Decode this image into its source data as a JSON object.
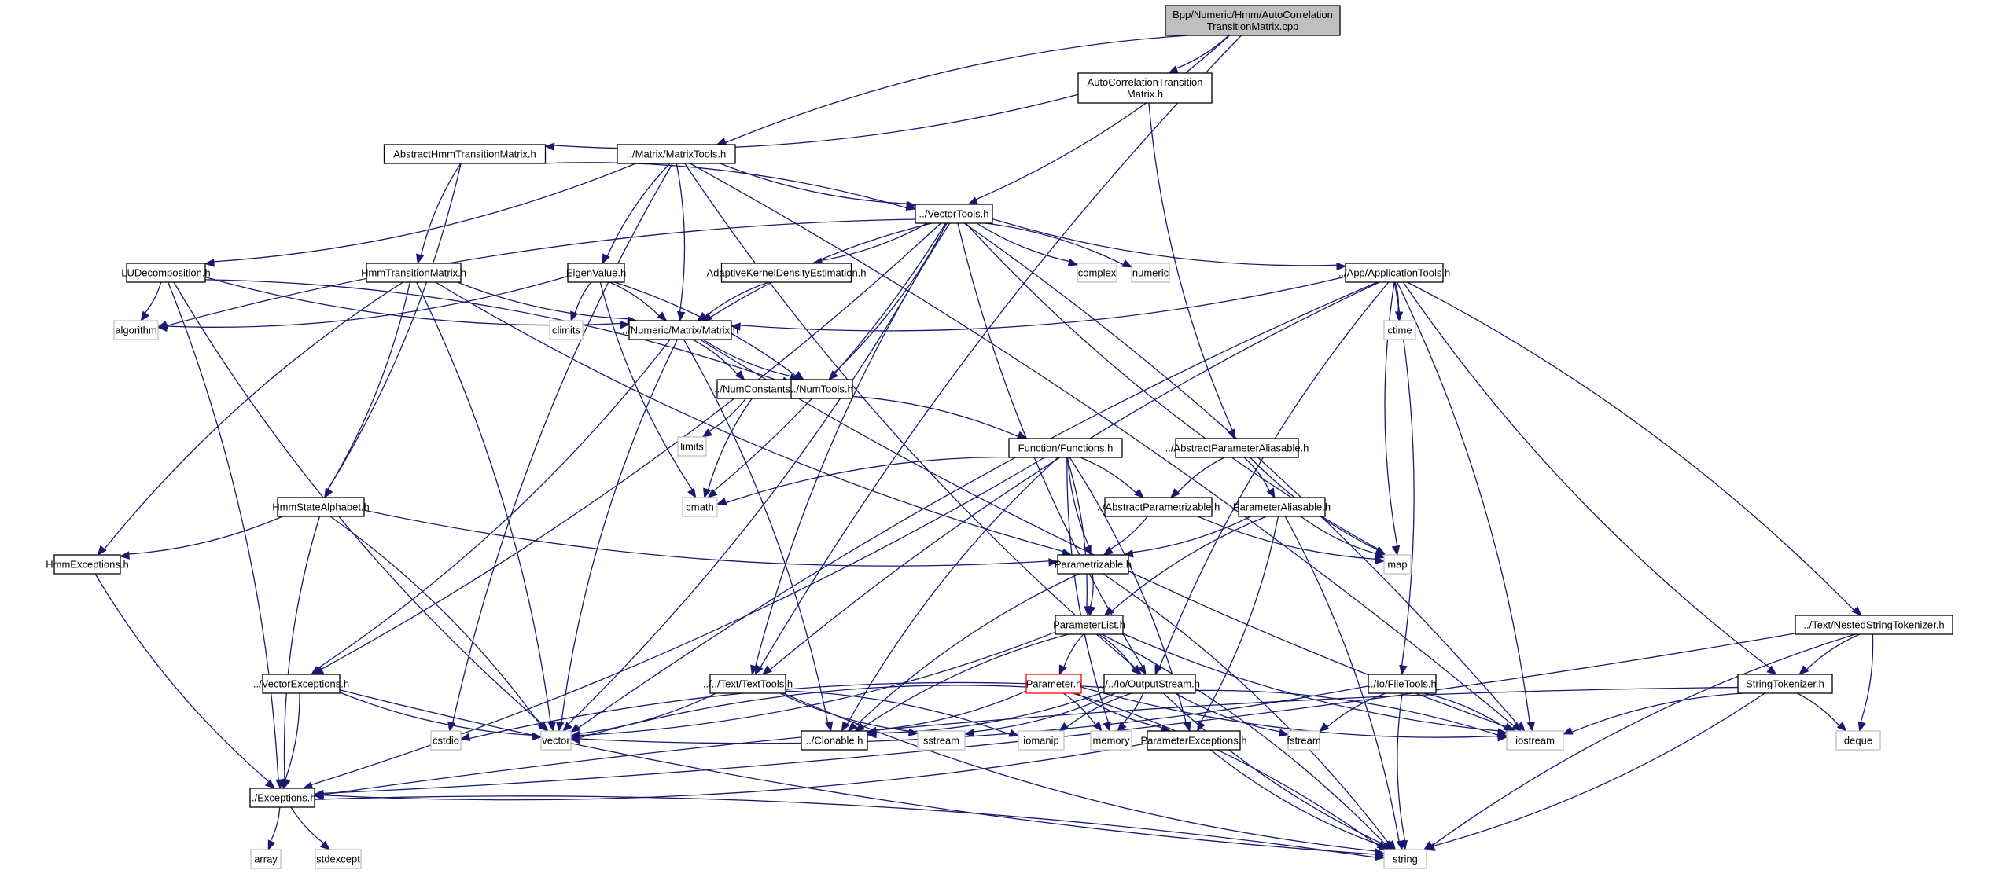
{
  "title": "Bpp/Numeric/Hmm/AutoCorrelationTransitionMatrix.cpp include dependency graph",
  "colors": {
    "edge": "#191970",
    "root_fill": "#bfbfbf",
    "node_border": "#000000",
    "external_border": "#bfbfbf",
    "highlight_border": "#ff0000"
  },
  "nodes": [
    {
      "id": "root",
      "lines": [
        "Bpp/Numeric/Hmm/AutoCorrelation",
        "TransitionMatrix.cpp"
      ],
      "kind": "root"
    },
    {
      "id": "acth",
      "lines": [
        "AutoCorrelationTransition",
        "Matrix.h"
      ],
      "kind": "file"
    },
    {
      "id": "ahtm",
      "lines": [
        "AbstractHmmTransitionMatrix.h"
      ],
      "kind": "file"
    },
    {
      "id": "mtools",
      "lines": [
        "../Matrix/MatrixTools.h"
      ],
      "kind": "file"
    },
    {
      "id": "vtools",
      "lines": [
        "../VectorTools.h"
      ],
      "kind": "file"
    },
    {
      "id": "lud",
      "lines": [
        "LUDecomposition.h"
      ],
      "kind": "file"
    },
    {
      "id": "htm",
      "lines": [
        "HmmTransitionMatrix.h"
      ],
      "kind": "file"
    },
    {
      "id": "eig",
      "lines": [
        "EigenValue.h"
      ],
      "kind": "file"
    },
    {
      "id": "akde",
      "lines": [
        "AdaptiveKernelDensityEstimation.h"
      ],
      "kind": "file"
    },
    {
      "id": "complex",
      "lines": [
        "complex"
      ],
      "kind": "ext"
    },
    {
      "id": "numeric",
      "lines": [
        "numeric"
      ],
      "kind": "ext"
    },
    {
      "id": "apptools",
      "lines": [
        "../App/ApplicationTools.h"
      ],
      "kind": "file"
    },
    {
      "id": "algorithm",
      "lines": [
        "algorithm"
      ],
      "kind": "ext"
    },
    {
      "id": "climits",
      "lines": [
        "climits"
      ],
      "kind": "ext"
    },
    {
      "id": "matrix",
      "lines": [
        "../Numeric/Matrix/Matrix.h"
      ],
      "kind": "file"
    },
    {
      "id": "ctime",
      "lines": [
        "ctime"
      ],
      "kind": "ext"
    },
    {
      "id": "numconst",
      "lines": [
        "../NumConstants.h"
      ],
      "kind": "file"
    },
    {
      "id": "numtools",
      "lines": [
        "../NumTools.h"
      ],
      "kind": "file"
    },
    {
      "id": "limits",
      "lines": [
        "limits"
      ],
      "kind": "ext"
    },
    {
      "id": "functions",
      "lines": [
        "Function/Functions.h"
      ],
      "kind": "file"
    },
    {
      "id": "apa",
      "lines": [
        "../AbstractParameterAliasable.h"
      ],
      "kind": "file"
    },
    {
      "id": "cmath",
      "lines": [
        "cmath"
      ],
      "kind": "ext"
    },
    {
      "id": "hsa",
      "lines": [
        "HmmStateAlphabet.h"
      ],
      "kind": "file"
    },
    {
      "id": "ap",
      "lines": [
        "../AbstractParametrizable.h"
      ],
      "kind": "file"
    },
    {
      "id": "pal",
      "lines": [
        "ParameterAliasable.h"
      ],
      "kind": "file"
    },
    {
      "id": "map",
      "lines": [
        "map"
      ],
      "kind": "ext"
    },
    {
      "id": "hexc",
      "lines": [
        "HmmExceptions.h"
      ],
      "kind": "file"
    },
    {
      "id": "param",
      "lines": [
        "Parametrizable.h"
      ],
      "kind": "file"
    },
    {
      "id": "plist",
      "lines": [
        "ParameterList.h"
      ],
      "kind": "file"
    },
    {
      "id": "nst",
      "lines": [
        "../Text/NestedStringTokenizer.h"
      ],
      "kind": "file"
    },
    {
      "id": "vexc",
      "lines": [
        "../VectorExceptions.h"
      ],
      "kind": "file"
    },
    {
      "id": "ttools",
      "lines": [
        "../../Text/TextTools.h"
      ],
      "kind": "file"
    },
    {
      "id": "parameter",
      "lines": [
        "Parameter.h"
      ],
      "kind": "red"
    },
    {
      "id": "ostream",
      "lines": [
        "../../Io/OutputStream.h"
      ],
      "kind": "file"
    },
    {
      "id": "ftools",
      "lines": [
        "../Io/FileTools.h"
      ],
      "kind": "file"
    },
    {
      "id": "stok",
      "lines": [
        "StringTokenizer.h"
      ],
      "kind": "file"
    },
    {
      "id": "cstdio",
      "lines": [
        "cstdio"
      ],
      "kind": "ext"
    },
    {
      "id": "vector",
      "lines": [
        "vector"
      ],
      "kind": "ext"
    },
    {
      "id": "clonable",
      "lines": [
        "../Clonable.h"
      ],
      "kind": "file"
    },
    {
      "id": "sstream",
      "lines": [
        "sstream"
      ],
      "kind": "ext"
    },
    {
      "id": "iomanip",
      "lines": [
        "iomanip"
      ],
      "kind": "ext"
    },
    {
      "id": "memory",
      "lines": [
        "memory"
      ],
      "kind": "ext"
    },
    {
      "id": "pexc",
      "lines": [
        "ParameterExceptions.h"
      ],
      "kind": "file"
    },
    {
      "id": "fstream",
      "lines": [
        "fstream"
      ],
      "kind": "ext"
    },
    {
      "id": "iostream",
      "lines": [
        "iostream"
      ],
      "kind": "ext"
    },
    {
      "id": "deque",
      "lines": [
        "deque"
      ],
      "kind": "ext"
    },
    {
      "id": "exc",
      "lines": [
        "../Exceptions.h"
      ],
      "kind": "file"
    },
    {
      "id": "array",
      "lines": [
        "array"
      ],
      "kind": "ext"
    },
    {
      "id": "stdexcept",
      "lines": [
        "stdexcept"
      ],
      "kind": "ext"
    },
    {
      "id": "string",
      "lines": [
        "string"
      ],
      "kind": "ext"
    }
  ],
  "edges": [
    [
      "root",
      "acth"
    ],
    [
      "root",
      "mtools"
    ],
    [
      "root",
      "vtools"
    ],
    [
      "root",
      "ttools"
    ],
    [
      "acth",
      "ahtm"
    ],
    [
      "acth",
      "apa"
    ],
    [
      "ahtm",
      "vtools"
    ],
    [
      "ahtm",
      "htm"
    ],
    [
      "ahtm",
      "hsa"
    ],
    [
      "mtools",
      "vtools"
    ],
    [
      "mtools",
      "lud"
    ],
    [
      "mtools",
      "eig"
    ],
    [
      "mtools",
      "matrix"
    ],
    [
      "mtools",
      "ostream"
    ],
    [
      "mtools",
      "iostream"
    ],
    [
      "mtools",
      "cstdio"
    ],
    [
      "vtools",
      "vector"
    ],
    [
      "vtools",
      "complex"
    ],
    [
      "vtools",
      "numeric"
    ],
    [
      "vtools",
      "apptools"
    ],
    [
      "vtools",
      "akde"
    ],
    [
      "vtools",
      "matrix"
    ],
    [
      "vtools",
      "numtools"
    ],
    [
      "vtools",
      "algorithm"
    ],
    [
      "vtools",
      "vexc"
    ],
    [
      "vtools",
      "ostream"
    ],
    [
      "vtools",
      "cmath"
    ],
    [
      "vtools",
      "map"
    ],
    [
      "vtools",
      "iostream"
    ],
    [
      "vtools",
      "ttools"
    ],
    [
      "lud",
      "algorithm"
    ],
    [
      "lud",
      "matrix"
    ],
    [
      "lud",
      "numtools"
    ],
    [
      "lud",
      "vector"
    ],
    [
      "lud",
      "exc"
    ],
    [
      "htm",
      "matrix"
    ],
    [
      "htm",
      "hsa"
    ],
    [
      "htm",
      "hexc"
    ],
    [
      "htm",
      "vector"
    ],
    [
      "htm",
      "param"
    ],
    [
      "eig",
      "algorithm"
    ],
    [
      "eig",
      "climits"
    ],
    [
      "eig",
      "matrix"
    ],
    [
      "eig",
      "cmath"
    ],
    [
      "eig",
      "numtools"
    ],
    [
      "akde",
      "matrix"
    ],
    [
      "apptools",
      "matrix"
    ],
    [
      "apptools",
      "ttools"
    ],
    [
      "apptools",
      "ftools"
    ],
    [
      "apptools",
      "ostream"
    ],
    [
      "apptools",
      "ctime"
    ],
    [
      "apptools",
      "map"
    ],
    [
      "apptools",
      "iostream"
    ],
    [
      "apptools",
      "stok"
    ],
    [
      "apptools",
      "nst"
    ],
    [
      "apptools",
      "vector"
    ],
    [
      "matrix",
      "numconst"
    ],
    [
      "matrix",
      "numtools"
    ],
    [
      "matrix",
      "vexc"
    ],
    [
      "matrix",
      "vector"
    ],
    [
      "matrix",
      "clonable"
    ],
    [
      "matrix",
      "iostream"
    ],
    [
      "numconst",
      "limits"
    ],
    [
      "numconst",
      "cmath"
    ],
    [
      "numtools",
      "functions"
    ],
    [
      "functions",
      "cmath"
    ],
    [
      "functions",
      "ap"
    ],
    [
      "functions",
      "param"
    ],
    [
      "functions",
      "plist"
    ],
    [
      "functions",
      "clonable"
    ],
    [
      "functions",
      "pexc"
    ],
    [
      "functions",
      "memory"
    ],
    [
      "functions",
      "exc"
    ],
    [
      "apa",
      "ap"
    ],
    [
      "apa",
      "pal"
    ],
    [
      "apa",
      "map"
    ],
    [
      "hsa",
      "hexc"
    ],
    [
      "hsa",
      "param"
    ],
    [
      "hsa",
      "vector"
    ],
    [
      "hsa",
      "exc"
    ],
    [
      "ap",
      "param"
    ],
    [
      "ap",
      "map"
    ],
    [
      "pal",
      "param"
    ],
    [
      "pal",
      "plist"
    ],
    [
      "pal",
      "pexc"
    ],
    [
      "pal",
      "map"
    ],
    [
      "pal",
      "string"
    ],
    [
      "hexc",
      "exc"
    ],
    [
      "param",
      "plist"
    ],
    [
      "param",
      "clonable"
    ],
    [
      "param",
      "string"
    ],
    [
      "plist",
      "parameter"
    ],
    [
      "plist",
      "ostream"
    ],
    [
      "plist",
      "clonable"
    ],
    [
      "plist",
      "vector"
    ],
    [
      "plist",
      "iostream"
    ],
    [
      "plist",
      "string"
    ],
    [
      "nst",
      "stok"
    ],
    [
      "nst",
      "deque"
    ],
    [
      "nst",
      "string"
    ],
    [
      "nst",
      "exc"
    ],
    [
      "vexc",
      "vector"
    ],
    [
      "vexc",
      "exc"
    ],
    [
      "vexc",
      "string"
    ],
    [
      "ttools",
      "vector"
    ],
    [
      "ttools",
      "sstream"
    ],
    [
      "ttools",
      "iomanip"
    ],
    [
      "ttools",
      "string"
    ],
    [
      "parameter",
      "clonable"
    ],
    [
      "parameter",
      "pexc"
    ],
    [
      "parameter",
      "memory"
    ],
    [
      "parameter",
      "iostream"
    ],
    [
      "parameter",
      "string"
    ],
    [
      "parameter",
      "vector"
    ],
    [
      "ostream",
      "clonable"
    ],
    [
      "ostream",
      "iomanip"
    ],
    [
      "ostream",
      "memory"
    ],
    [
      "ostream",
      "fstream"
    ],
    [
      "ostream",
      "iostream"
    ],
    [
      "ostream",
      "string"
    ],
    [
      "ostream",
      "sstream"
    ],
    [
      "ostream",
      "cstdio"
    ],
    [
      "ftools",
      "vector"
    ],
    [
      "ftools",
      "fstream"
    ],
    [
      "ftools",
      "iostream"
    ],
    [
      "ftools",
      "string"
    ],
    [
      "stok",
      "deque"
    ],
    [
      "stok",
      "iostream"
    ],
    [
      "stok",
      "string"
    ],
    [
      "stok",
      "exc"
    ],
    [
      "pexc",
      "exc"
    ],
    [
      "pexc",
      "string"
    ],
    [
      "exc",
      "array"
    ],
    [
      "exc",
      "stdexcept"
    ],
    [
      "exc",
      "string"
    ]
  ]
}
